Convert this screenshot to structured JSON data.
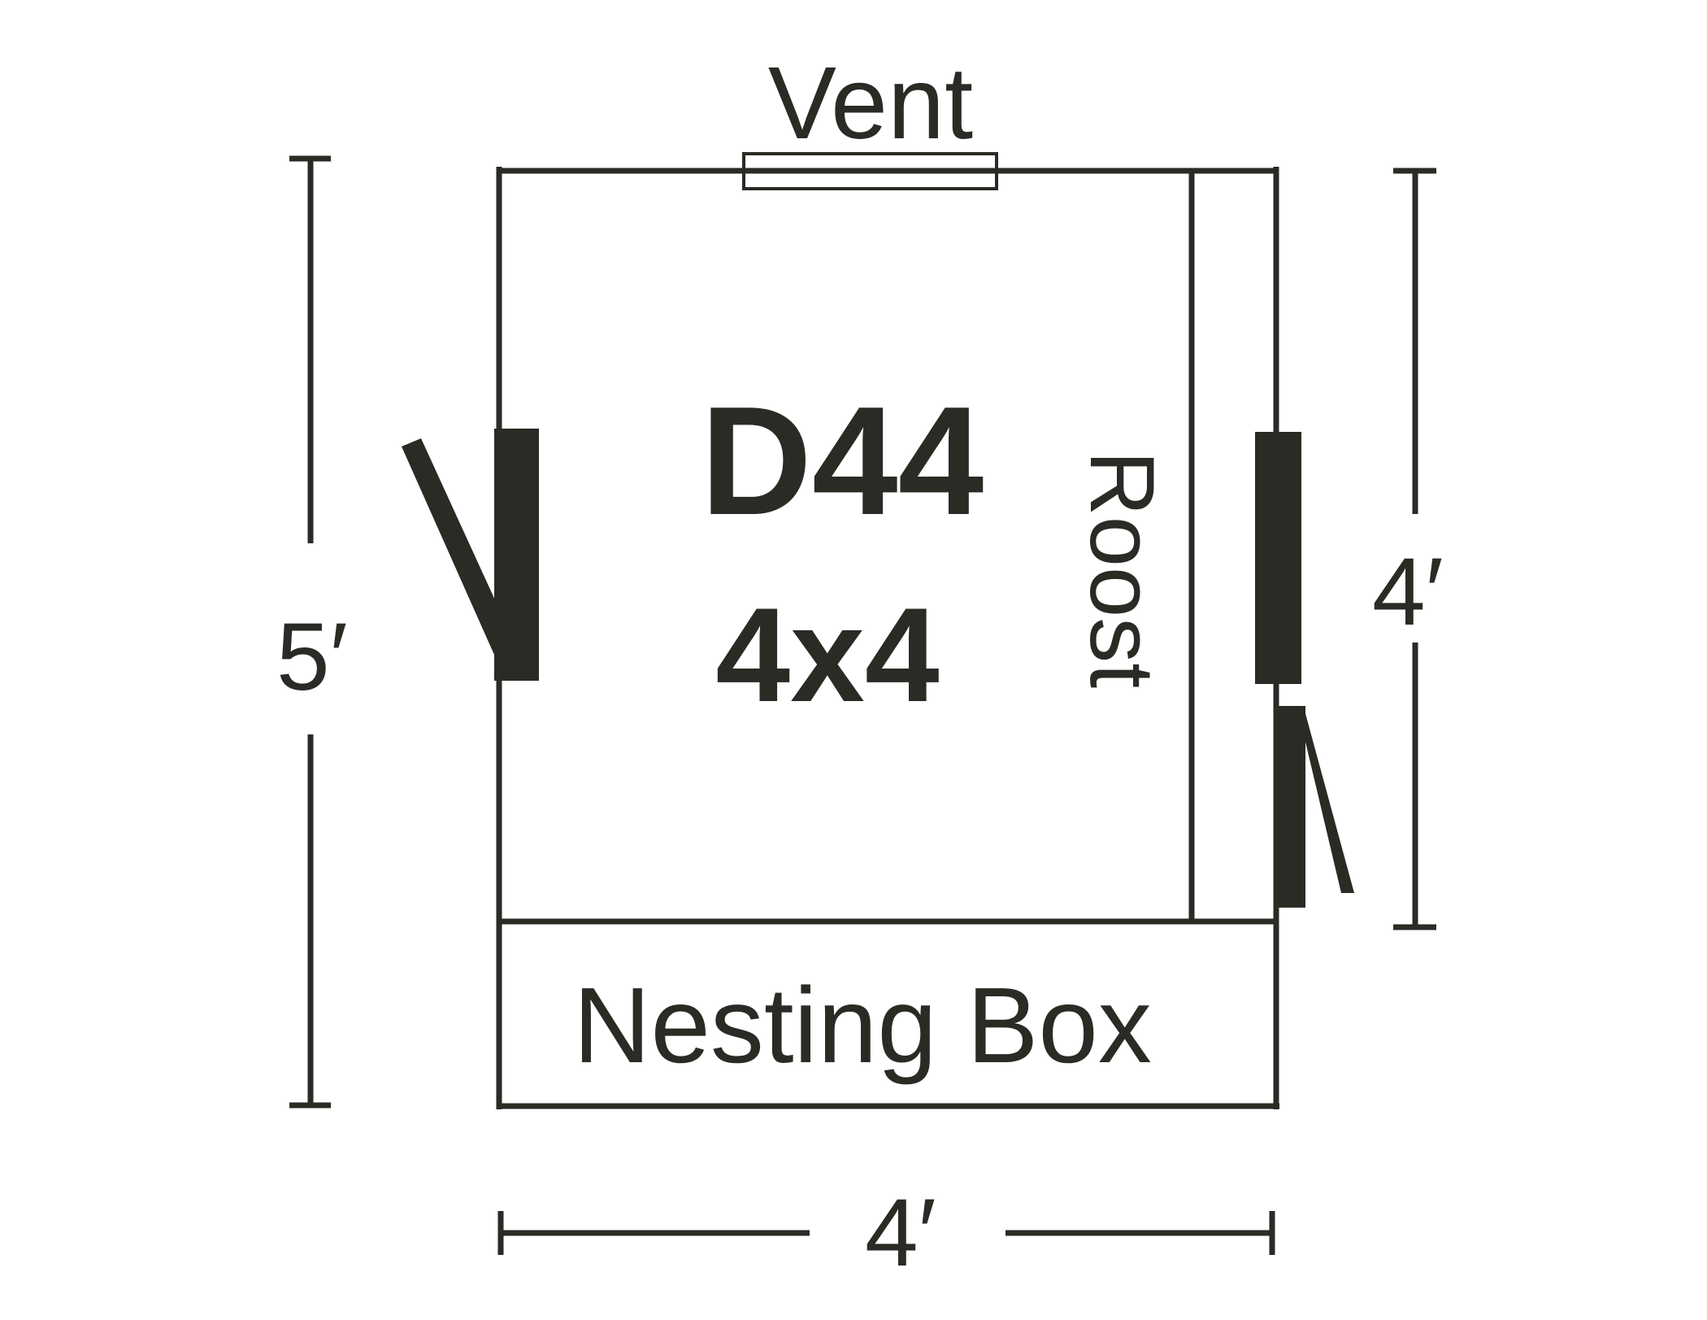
{
  "plan": {
    "model": "D44",
    "size": "4x4",
    "vent_label": "Vent",
    "roost_label": "Roost",
    "nesting_box_label": "Nesting Box",
    "dim_left": "5′",
    "dim_right": "4′",
    "dim_bottom": "4′"
  },
  "colors": {
    "line": "#2b2a25",
    "background": "#ffffff"
  }
}
